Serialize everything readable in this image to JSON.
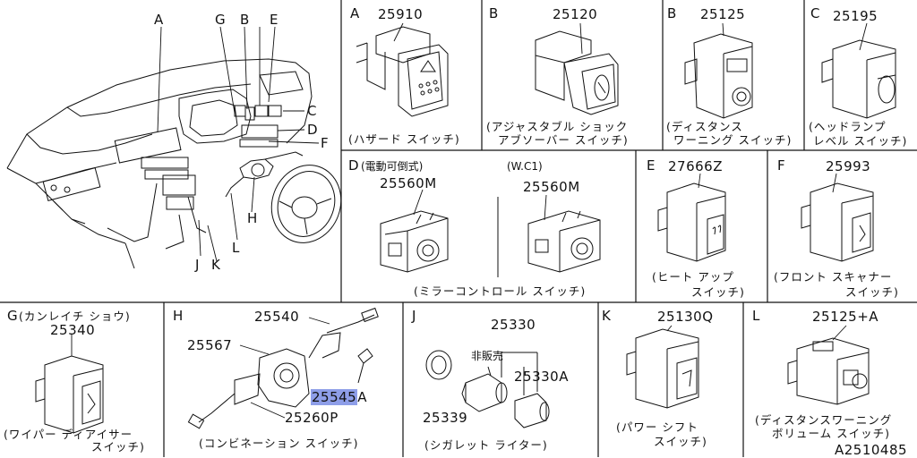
{
  "overview": {
    "letters": [
      "A",
      "G",
      "B",
      "E",
      "C",
      "D",
      "F",
      "H",
      "J",
      "K",
      "L"
    ]
  },
  "cells": {
    "A": {
      "letter": "A",
      "part": "25910",
      "caption1": "(ハザード スイッチ)"
    },
    "B1": {
      "letter": "B",
      "part": "25120",
      "caption1": "(アジャスタブル ショック",
      "caption2": "アブソーバー スイッチ)"
    },
    "B2": {
      "letter": "B",
      "part": "25125",
      "caption1": "(ディスタンス",
      "caption2": "ワーニング スイッチ)"
    },
    "C": {
      "letter": "C",
      "part": "25195",
      "caption1": "(ヘッドランプ",
      "caption2": "レベル スイッチ)"
    },
    "D1": {
      "letter": "D",
      "variant": "(電動可倒式)",
      "part": "25560M"
    },
    "D2": {
      "variant": "(W.C1)",
      "part": "25560M",
      "caption1": "(ミラーコントロール スイッチ)"
    },
    "E": {
      "letter": "E",
      "part": "27666Z",
      "caption1": "(ヒート アップ",
      "caption2": "スイッチ)"
    },
    "F": {
      "letter": "F",
      "part": "25993",
      "caption1": "(フロント スキャナー",
      "caption2": "スイッチ)"
    },
    "G": {
      "letter": "G",
      "header": "(カンレイチ ショウ)",
      "part": "25340",
      "caption1": "(ワイパー ディアイサー",
      "caption2": "スイッチ)"
    },
    "H": {
      "letter": "H",
      "parts": [
        "25540",
        "25567",
        "25545A",
        "25260P"
      ],
      "hl_main": "25545",
      "hl_suffix": "A",
      "caption1": "(コンビネーション スイッチ)"
    },
    "J": {
      "letter": "J",
      "parts": [
        "25330",
        "非販売",
        "25330A",
        "25339"
      ],
      "caption1": "(シガレット ライター)"
    },
    "K": {
      "letter": "K",
      "part": "25130Q",
      "caption1": "(パワー シフト",
      "caption2": "スイッチ)"
    },
    "L": {
      "letter": "L",
      "part": "25125+A",
      "caption1": "(ディスタンスワーニング",
      "caption2": "ボリューム スイッチ)"
    }
  },
  "footer": {
    "code": "A2510485"
  }
}
